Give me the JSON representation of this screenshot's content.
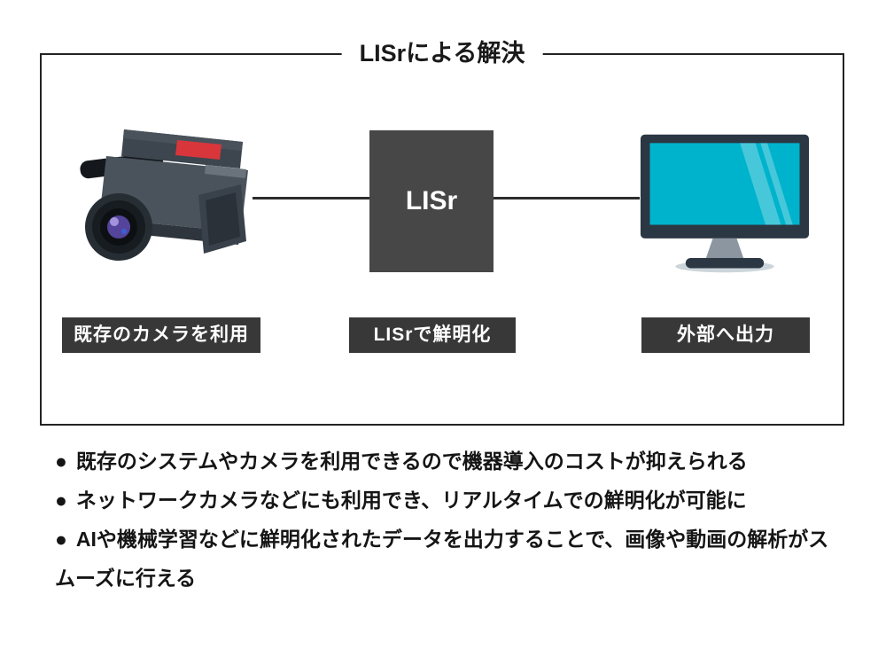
{
  "diagram": {
    "title": "LISrによる解決",
    "lisr_box_text": "LISr",
    "nodes": [
      {
        "id": "camera",
        "icon": "video-camera-icon",
        "label": "既存のカメラを利用"
      },
      {
        "id": "lisr",
        "icon": "lisr-box",
        "label": "LISrで鮮明化"
      },
      {
        "id": "monitor",
        "icon": "monitor-icon",
        "label": "外部へ出力"
      }
    ]
  },
  "bullet_marker": "●",
  "bullets": [
    "既存のシステムやカメラを利用できるので機器導入のコストが抑えられる",
    "ネットワークカメラなどにも利用でき、リアルタイムでの鮮明化が可能に",
    "AIや機械学習などに鮮明化されたデータを出力することで、画像や動画の解析がスムーズに行える"
  ],
  "colors": {
    "screen_teal": "#00b3cc",
    "monitor_frame": "#2b3743",
    "lisr_box": "#474747",
    "label_bg": "#383838",
    "record_red": "#d8363b",
    "text": "#151515"
  }
}
